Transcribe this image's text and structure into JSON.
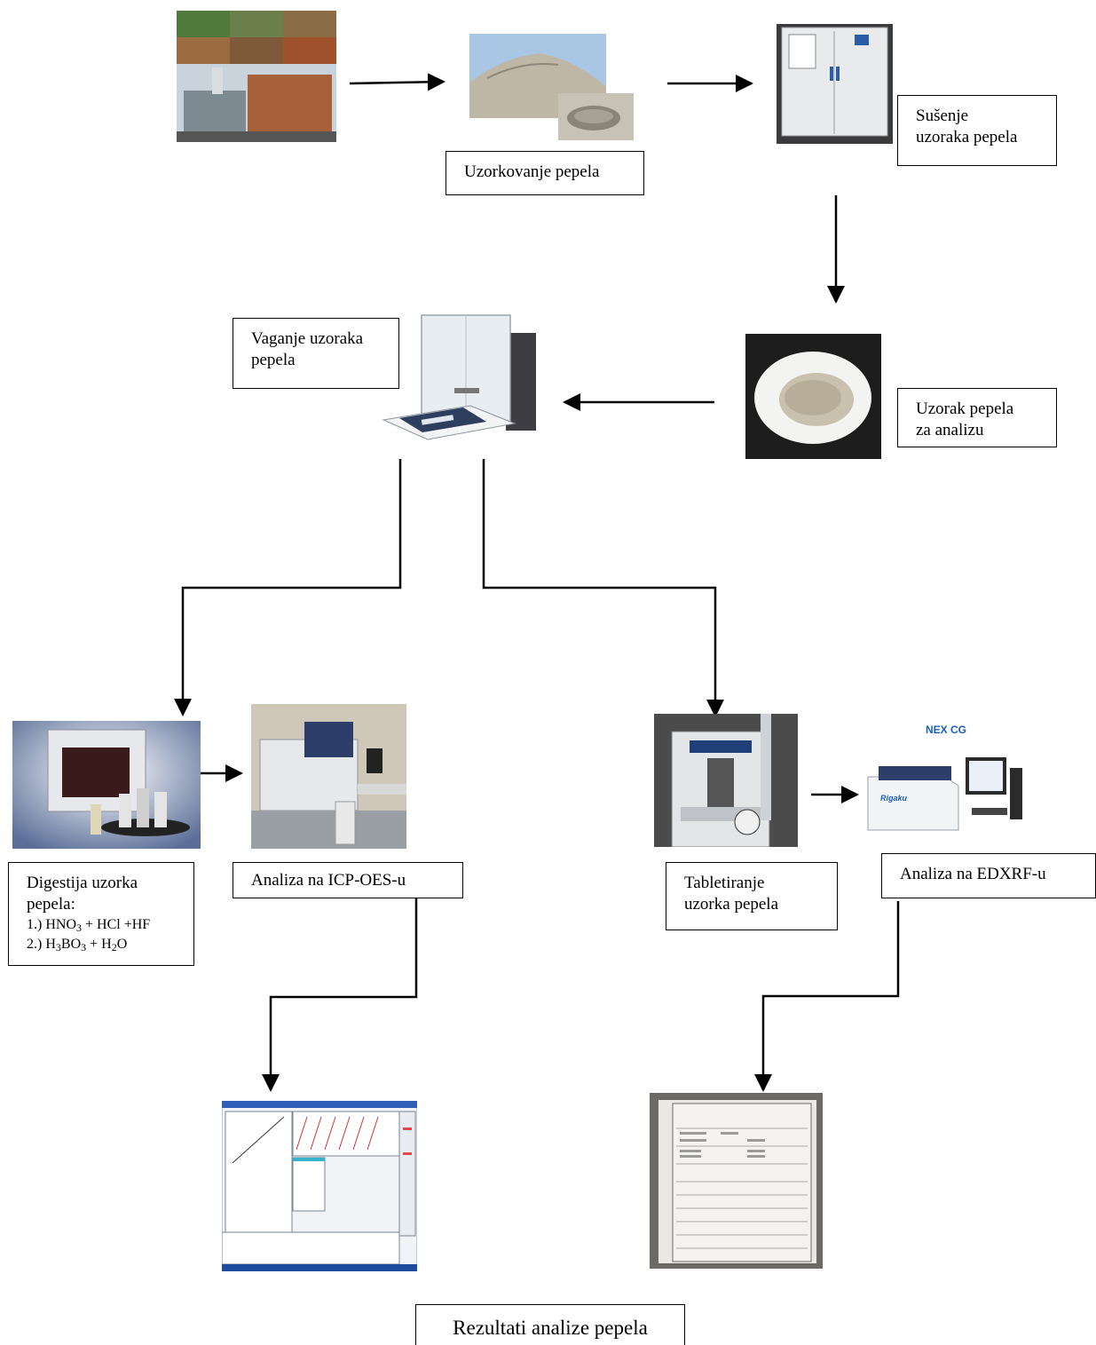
{
  "steps": {
    "sampling": "Uzorkovanje pepela",
    "drying": [
      "Sušenje",
      "uzoraka pepela"
    ],
    "sample": [
      "Uzorak pepela",
      "za analizu"
    ],
    "weighing": [
      "Vaganje uzoraka",
      "pepela"
    ],
    "digestion": {
      "title": [
        "Digestija uzorka",
        "pepela:"
      ],
      "step1": {
        "prefix": "1.) HNO",
        "sub": "3",
        "suffix": " + HCl +HF"
      },
      "step2": {
        "a": "2.) H",
        "sub1": "3",
        "b": "BO",
        "sub2": "3",
        "c": " + H",
        "sub3": "2",
        "d": "O"
      }
    },
    "icp": "Analiza na ICP-OES-u",
    "tableting": [
      "Tabletiranje",
      "uzorka pepela"
    ],
    "edxrf": "Analiza na EDXRF-u",
    "results": "Rezultati analize pepela"
  },
  "instrument_labels": {
    "model": "NEX CG",
    "brand": "Rigaku"
  },
  "colors": {
    "line": "#000000",
    "box_border": "#000000",
    "brand_blue": "#1b5fb8"
  },
  "icons": [
    "biomass-plant-collage-icon",
    "ash-pile-photo-icon",
    "drying-oven-icon",
    "analytical-balance-icon",
    "ash-sample-bowl-icon",
    "microwave-digestion-icon",
    "icp-oes-instrument-icon",
    "pellet-press-icon",
    "edxrf-instrument-icon",
    "icp-software-screenshot-icon",
    "edxrf-report-sheet-icon"
  ]
}
